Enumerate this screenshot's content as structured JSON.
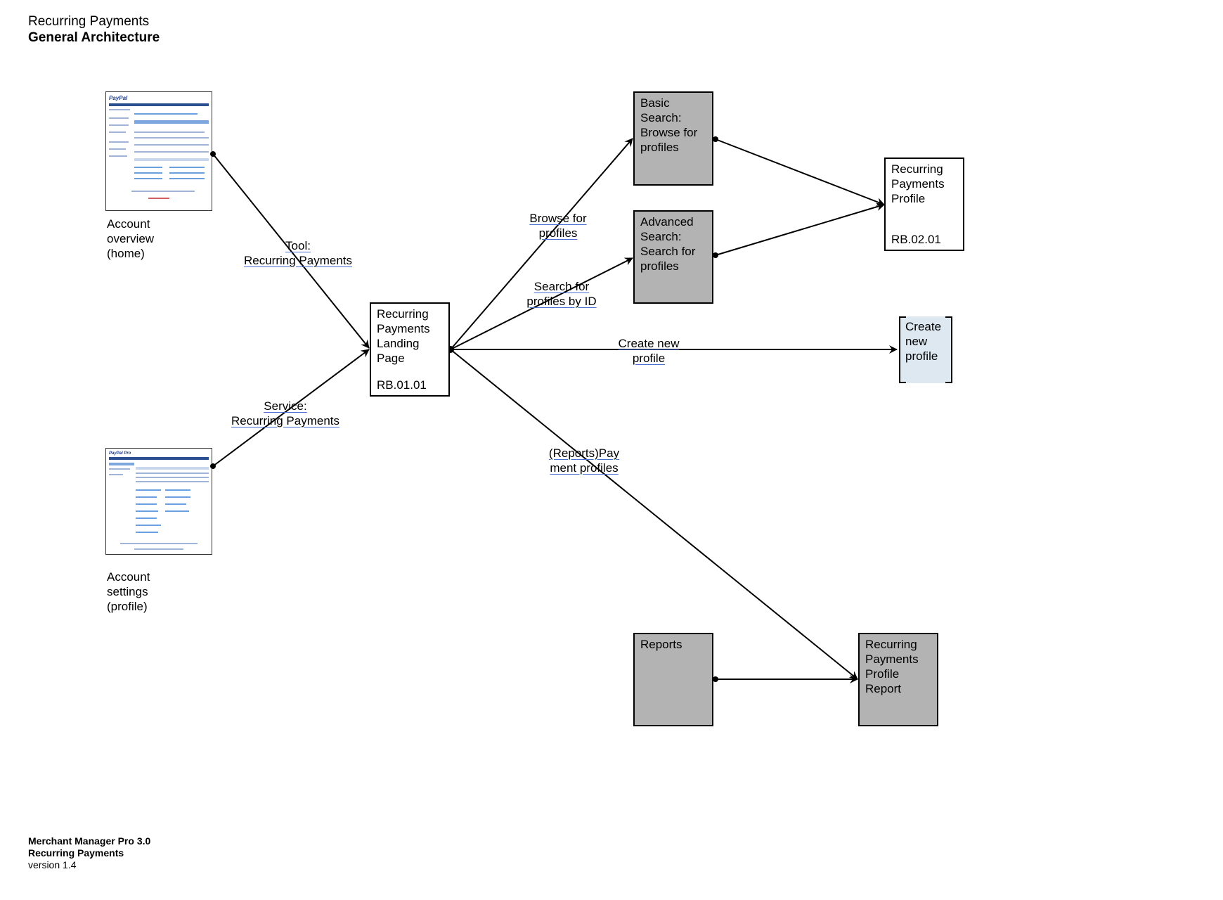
{
  "header": {
    "title": "Recurring Payments",
    "subtitle": "General Architecture"
  },
  "thumbnails": {
    "overview": {
      "logo": "PayPal",
      "label": [
        "Account",
        "overview",
        "(home)"
      ]
    },
    "settings": {
      "logo": "PayPal Pro",
      "label": [
        "Account",
        "settings",
        "(profile)"
      ]
    }
  },
  "boxes": {
    "landing": {
      "lines": [
        "Recurring",
        "Payments",
        "Landing",
        "Page"
      ],
      "code": "RB.01.01"
    },
    "basic_search": {
      "lines": [
        "Basic",
        "Search:",
        "Browse for",
        "profiles"
      ]
    },
    "advanced_search": {
      "lines": [
        "Advanced",
        "Search:",
        "Search for",
        "profiles"
      ]
    },
    "profile": {
      "lines": [
        "Recurring",
        "Payments",
        "Profile"
      ],
      "code": "RB.02.01"
    },
    "create_profile": {
      "lines": [
        "Create",
        "new",
        "profile"
      ]
    },
    "reports": {
      "lines": [
        "Reports"
      ]
    },
    "profile_report": {
      "lines": [
        "Recurring",
        "Payments",
        "Profile",
        "Report"
      ]
    }
  },
  "edge_labels": {
    "tool": [
      "Tool:",
      "Recurring Payments"
    ],
    "service": [
      "Service:",
      "Recurring Payments"
    ],
    "browse": [
      "Browse for",
      "profiles"
    ],
    "search_id": [
      "Search for",
      "profiles by ID"
    ],
    "create": [
      "Create new",
      "profile"
    ],
    "reports": [
      "(Reports)Pay",
      "ment profiles"
    ]
  },
  "footer": {
    "product": "Merchant Manager Pro 3.0",
    "section": "Recurring Payments",
    "version": "version 1.4"
  }
}
